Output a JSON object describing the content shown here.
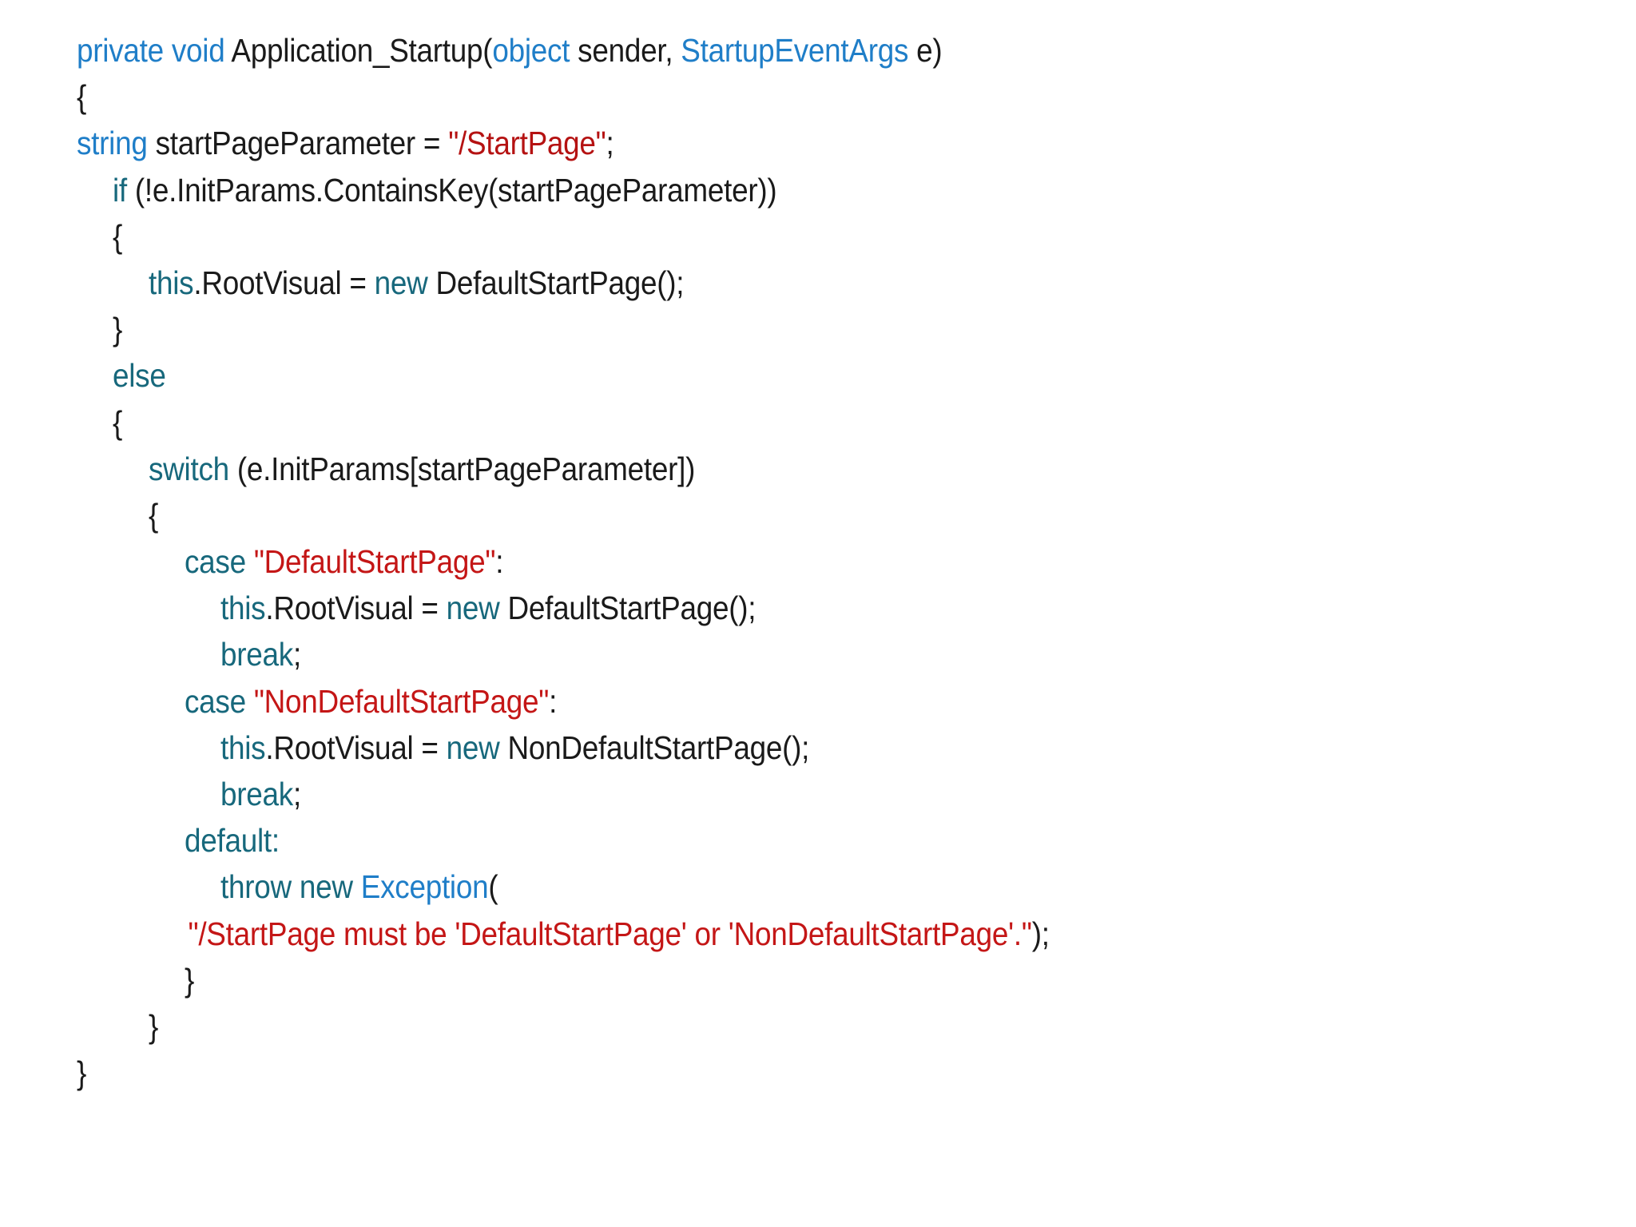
{
  "document": {
    "kind": "code-listing",
    "language": "C#",
    "background_color": "#ffffff",
    "colors": {
      "keyword_blue": "#1f7ec8",
      "keyword_teal": "#17687c",
      "string_red": "#b51212",
      "plain_text": "#1a1a1a"
    }
  },
  "code": {
    "lines": [
      {
        "id": "line-1",
        "indent": 0,
        "tokens": [
          {
            "t": "private",
            "c": "kw-blue"
          },
          {
            "t": " ",
            "c": "plain"
          },
          {
            "t": "void",
            "c": "kw-blue"
          },
          {
            "t": " Application_Startup(",
            "c": "plain"
          },
          {
            "t": "object",
            "c": "kw-blue"
          },
          {
            "t": " sender, ",
            "c": "plain"
          },
          {
            "t": "StartupEventArgs",
            "c": "kw-blue"
          },
          {
            "t": " e)",
            "c": "plain"
          }
        ]
      },
      {
        "id": "line-2",
        "indent": 0,
        "tokens": [
          {
            "t": "{",
            "c": "plain"
          }
        ]
      },
      {
        "id": "line-3",
        "indent": 0,
        "tokens": [
          {
            "t": "string",
            "c": "kw-blue"
          },
          {
            "t": " startPageParameter = ",
            "c": "plain"
          },
          {
            "t": "\"/StartPage\"",
            "c": "str-red"
          },
          {
            "t": ";",
            "c": "plain"
          }
        ]
      },
      {
        "id": "line-4",
        "indent": 1,
        "tokens": [
          {
            "t": "if",
            "c": "kw-teal"
          },
          {
            "t": " (!e.InitParams.ContainsKey(startPageParameter))",
            "c": "plain"
          }
        ]
      },
      {
        "id": "line-5",
        "indent": 1,
        "tokens": [
          {
            "t": "{",
            "c": "plain"
          }
        ]
      },
      {
        "id": "line-6",
        "indent": 2,
        "tokens": [
          {
            "t": "this",
            "c": "kw-teal"
          },
          {
            "t": ".RootVisual = ",
            "c": "plain"
          },
          {
            "t": "new",
            "c": "kw-teal"
          },
          {
            "t": " DefaultStartPage();",
            "c": "plain"
          }
        ]
      },
      {
        "id": "line-7",
        "indent": 1,
        "tokens": [
          {
            "t": "}",
            "c": "plain"
          }
        ]
      },
      {
        "id": "line-8",
        "indent": 1,
        "tokens": [
          {
            "t": "else",
            "c": "kw-teal"
          }
        ]
      },
      {
        "id": "line-9",
        "indent": 1,
        "tokens": [
          {
            "t": "{",
            "c": "plain"
          }
        ]
      },
      {
        "id": "line-10",
        "indent": 2,
        "tokens": [
          {
            "t": "switch",
            "c": "kw-teal"
          },
          {
            "t": " (e.InitParams[startPageParameter])",
            "c": "plain"
          }
        ]
      },
      {
        "id": "line-11",
        "indent": 2,
        "tokens": [
          {
            "t": "{",
            "c": "plain"
          }
        ]
      },
      {
        "id": "line-12",
        "indent": 3,
        "tokens": [
          {
            "t": "case",
            "c": "kw-teal"
          },
          {
            "t": " ",
            "c": "plain"
          },
          {
            "t": "\"DefaultStartPage\"",
            "c": "str-red2"
          },
          {
            "t": ":",
            "c": "plain"
          }
        ]
      },
      {
        "id": "line-13",
        "indent": 4,
        "tokens": [
          {
            "t": "this",
            "c": "kw-teal"
          },
          {
            "t": ".RootVisual = ",
            "c": "plain"
          },
          {
            "t": "new",
            "c": "kw-teal"
          },
          {
            "t": " DefaultStartPage();",
            "c": "plain"
          }
        ]
      },
      {
        "id": "line-14",
        "indent": 4,
        "tokens": [
          {
            "t": "break",
            "c": "kw-teal"
          },
          {
            "t": ";",
            "c": "plain"
          }
        ]
      },
      {
        "id": "line-15",
        "indent": 3,
        "tokens": [
          {
            "t": "case",
            "c": "kw-teal"
          },
          {
            "t": " ",
            "c": "plain"
          },
          {
            "t": "\"NonDefaultStartPage\"",
            "c": "str-red2"
          },
          {
            "t": ":",
            "c": "plain"
          }
        ]
      },
      {
        "id": "line-16",
        "indent": 4,
        "tokens": [
          {
            "t": "this",
            "c": "kw-teal"
          },
          {
            "t": ".RootVisual = ",
            "c": "plain"
          },
          {
            "t": "new",
            "c": "kw-teal"
          },
          {
            "t": " NonDefaultStartPage();",
            "c": "plain"
          }
        ]
      },
      {
        "id": "line-17",
        "indent": 4,
        "tokens": [
          {
            "t": "break",
            "c": "kw-teal"
          },
          {
            "t": ";",
            "c": "plain"
          }
        ]
      },
      {
        "id": "line-18",
        "indent": 3,
        "tokens": [
          {
            "t": "default:",
            "c": "kw-teal"
          }
        ]
      },
      {
        "id": "line-19",
        "indent": 4,
        "tokens": [
          {
            "t": "throw new",
            "c": "kw-teal"
          },
          {
            "t": " ",
            "c": "plain"
          },
          {
            "t": "Exception",
            "c": "kw-blue"
          },
          {
            "t": "(",
            "c": "plain"
          }
        ]
      },
      {
        "id": "line-20",
        "indent": 0,
        "rawIndentPx": 155,
        "tokens": [
          {
            "t": "\"/StartPage must be 'DefaultStartPage' or 'NonDefaultStartPage'.\"",
            "c": "str-red2"
          },
          {
            "t": ");",
            "c": "plain"
          }
        ]
      },
      {
        "id": "line-21",
        "indent": 3,
        "tokens": [
          {
            "t": "}",
            "c": "plain"
          }
        ]
      },
      {
        "id": "line-22",
        "indent": 2,
        "tokens": [
          {
            "t": "}",
            "c": "plain"
          }
        ]
      },
      {
        "id": "line-23",
        "indent": 0,
        "tokens": [
          {
            "t": "}",
            "c": "plain"
          }
        ]
      }
    ]
  }
}
